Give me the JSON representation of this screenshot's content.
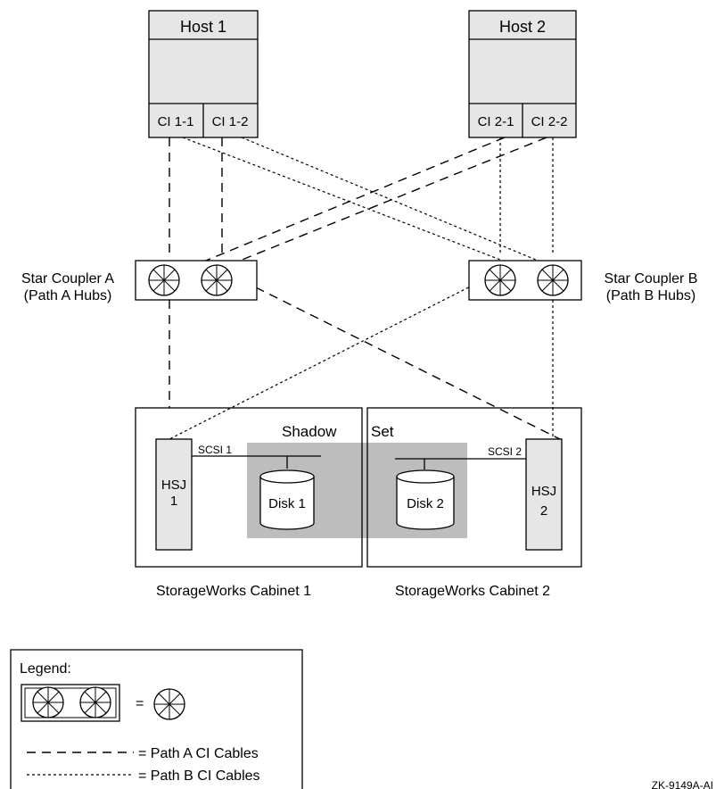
{
  "hosts": [
    {
      "name": "Host 1",
      "ports": [
        "CI 1-1",
        "CI 1-2"
      ]
    },
    {
      "name": "Host 2",
      "ports": [
        "CI 2-1",
        "CI 2-2"
      ]
    }
  ],
  "star_couplers": [
    {
      "line1": "Star Coupler A",
      "line2": "(Path A Hubs)"
    },
    {
      "line1": "Star Coupler B",
      "line2": "(Path B Hubs)"
    }
  ],
  "shadow_set": {
    "word1": "Shadow",
    "word2": "Set"
  },
  "cabinets": [
    {
      "label": "StorageWorks Cabinet 1",
      "hsj_line1": "HSJ",
      "hsj_line2": "1",
      "bus": "SCSI 1",
      "disk": "Disk 1"
    },
    {
      "label": "StorageWorks Cabinet 2",
      "hsj_line1": "HSJ",
      "hsj_line2": "2",
      "bus": "SCSI 2",
      "disk": "Disk 2"
    }
  ],
  "legend": {
    "title": "Legend:",
    "equals": "=",
    "path_a": "= Path A CI Cables",
    "path_b": "= Path B CI Cables"
  },
  "figure_id": "ZK-9149A-AI",
  "colors": {
    "shadow_fill": "#bdbdbd",
    "hsj_fill": "#e6e6e6",
    "host_fill": "#e6e6e6",
    "line": "#000000"
  }
}
